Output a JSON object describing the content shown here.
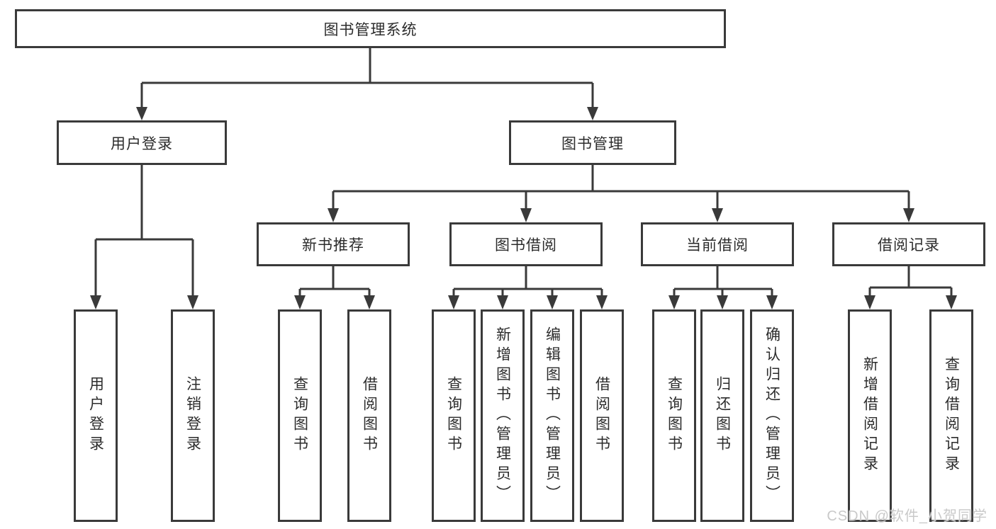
{
  "diagram": {
    "type": "hierarchy-tree",
    "colors": {
      "line": "#3a3a3a",
      "text": "#2c2c2c",
      "background": "#ffffff",
      "watermark": "#c9c9c9"
    },
    "root": {
      "label": "图书管理系统",
      "children": [
        {
          "label": "用户登录",
          "children": [
            {
              "label": "用户登录"
            },
            {
              "label": "注销登录"
            }
          ]
        },
        {
          "label": "图书管理",
          "children": [
            {
              "label": "新书推荐",
              "children": [
                {
                  "label": "查询图书"
                },
                {
                  "label": "借阅图书"
                }
              ]
            },
            {
              "label": "图书借阅",
              "children": [
                {
                  "label": "查询图书"
                },
                {
                  "label": "新增图书（管理员）"
                },
                {
                  "label": "编辑图书（管理员）"
                },
                {
                  "label": "借阅图书"
                }
              ]
            },
            {
              "label": "当前借阅",
              "children": [
                {
                  "label": "查询图书"
                },
                {
                  "label": "归还图书"
                },
                {
                  "label": "确认归还（管理员）"
                }
              ]
            },
            {
              "label": "借阅记录",
              "children": [
                {
                  "label": "新增借阅记录"
                },
                {
                  "label": "查询借阅记录"
                }
              ]
            }
          ]
        }
      ]
    }
  },
  "watermark": {
    "text": "CSDN @软件_小贺同学"
  }
}
